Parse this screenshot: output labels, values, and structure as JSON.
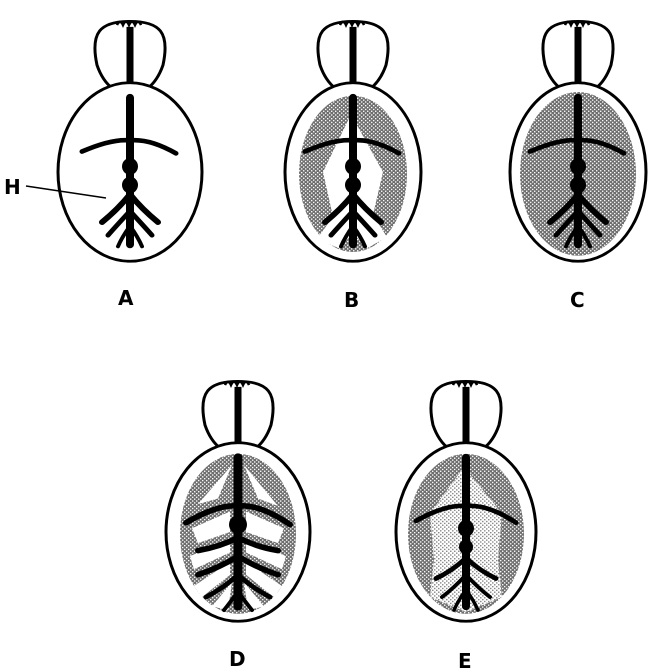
{
  "colors": {
    "ink": "#000000",
    "paper": "#ffffff",
    "dense_stipple": "#6e6e6e",
    "light_stipple": "#c9c9c9"
  },
  "pointer_label": "H",
  "specimens": [
    {
      "id": "a",
      "label": "A",
      "fill": "none"
    },
    {
      "id": "b",
      "label": "B",
      "fill": "dense-partial"
    },
    {
      "id": "c",
      "label": "C",
      "fill": "dense-full"
    },
    {
      "id": "d",
      "label": "D",
      "fill": "dense-partial"
    },
    {
      "id": "e",
      "label": "E",
      "fill": "light-with-dense-ring"
    }
  ]
}
